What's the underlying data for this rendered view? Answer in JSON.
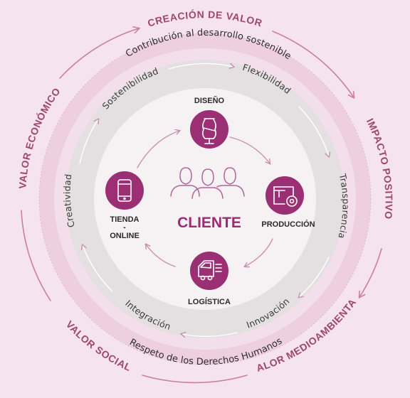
{
  "colors": {
    "background": "#f5e4ef",
    "outer_band": "#edcfe0",
    "light_ring": "#f3dfeb",
    "grey_ring": "#e4dfe0",
    "inner_circle": "#f6f2f4",
    "accent": "#a0456f",
    "stage_fill": "#9b2f73",
    "dark_text": "#2e2e2e"
  },
  "outer_ring": {
    "labels": {
      "creacion_de_valor": "CREACIÓN DE VALOR",
      "impacto_positivo": "IMPACTO POSITIVO",
      "valor_medioambiental": "VALOR MEDIOAMBIENTAL",
      "valor_social": "VALOR SOCIAL",
      "valor_economico": "VALOR ECONÓMICO"
    }
  },
  "middle_ring": {
    "contribucion": "Contribución al desarrollo sostenible",
    "respeto": "Respeto de los Derechos Humanos"
  },
  "values_ring": {
    "sostenibilidad": "Sostenibilidad",
    "flexibilidad": "Flexibilidad",
    "transparencia": "Transparencia",
    "innovacion": "Innovación",
    "integracion": "Integración",
    "creatividad": "Creatividad"
  },
  "stages": {
    "diseno": {
      "label": "DISEÑO",
      "icon": "dress-form-icon"
    },
    "produccion": {
      "label": "PRODUCCIÓN",
      "icon": "sewing-machine-icon"
    },
    "logistica": {
      "label": "LOGÍSTICA",
      "icon": "delivery-truck-icon"
    },
    "tienda": {
      "line1": "TIENDA",
      "line2": "-",
      "line3": "ONLINE",
      "icon": "smartphone-icon"
    }
  },
  "center": {
    "label": "CLIENTE",
    "icon": "customers-group-icon"
  }
}
